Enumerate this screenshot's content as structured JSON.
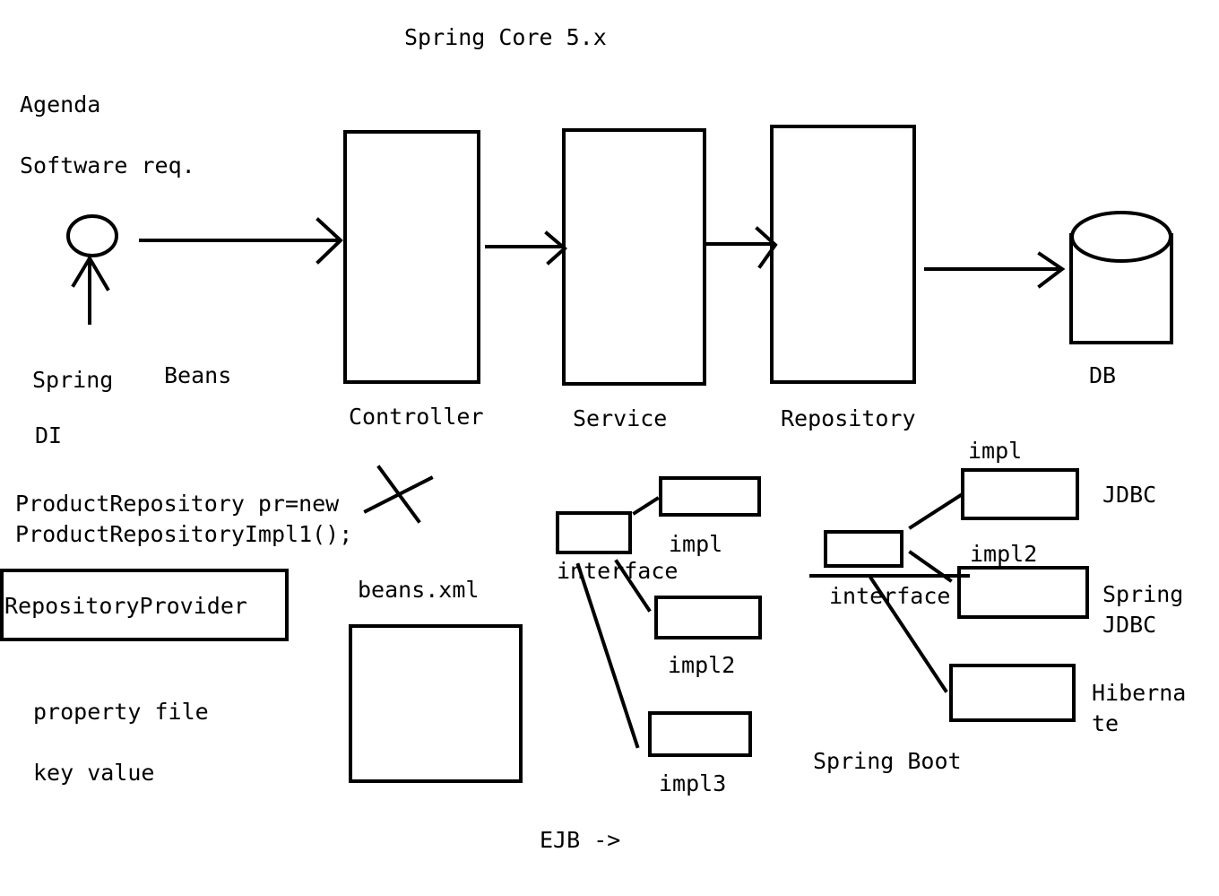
{
  "title": "Spring Core 5.x",
  "agenda": {
    "heading": "Agenda",
    "item": "Software req."
  },
  "labels": {
    "spring": "Spring",
    "beans": "Beans",
    "di": "DI",
    "controller": "Controller",
    "service": "Service",
    "repository": "Repository",
    "db": "DB"
  },
  "code": {
    "line1": "ProductRepository pr=new",
    "line2": "ProductRepositoryImpl1();"
  },
  "provider_box": "RepositoryProvider",
  "beans_xml": "beans.xml",
  "property_file": "property file",
  "key_value": "key value",
  "ejb": "EJB ->",
  "middle_tree": {
    "interface": "interface",
    "impl1": "impl",
    "impl2": "impl2",
    "impl3": "impl3"
  },
  "right_tree": {
    "interface": "interface",
    "impl1_label": "impl",
    "impl2_label": "impl2",
    "jdbc": "JDBC",
    "spring_jdbc_1": "Spring",
    "spring_jdbc_2": "JDBC",
    "hibernate_1": "Hiberna",
    "hibernate_2": "te",
    "spring_boot": "Spring Boot"
  }
}
